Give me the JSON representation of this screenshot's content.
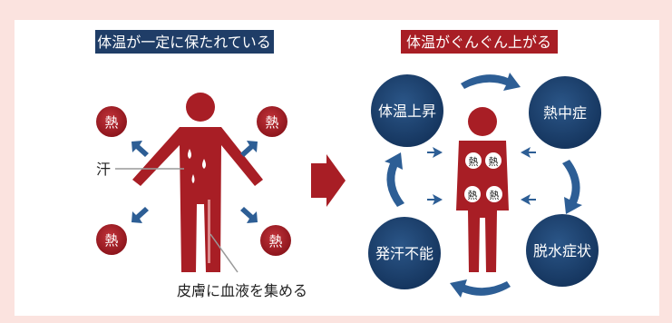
{
  "left": {
    "title": "体温が一定に保たれている",
    "heat": [
      "熱",
      "熱",
      "熱",
      "熱"
    ],
    "sweat_label": "汗",
    "skin_label": "皮膚に血液を集める"
  },
  "right": {
    "title": "体温がぐんぐん上がる",
    "cycle": [
      "体温上昇",
      "熱中症",
      "脱水症状",
      "発汗不能"
    ],
    "body_heat": [
      "熱",
      "熱",
      "熱",
      "熱"
    ]
  },
  "colors": {
    "navy": "#1f3d67",
    "crimson": "#a81e25",
    "blue_circle": "#1c3f6e",
    "red_circle": "#a01c24",
    "arrow_blue": "#2d5e95",
    "page_bg": "#fbe3df"
  }
}
